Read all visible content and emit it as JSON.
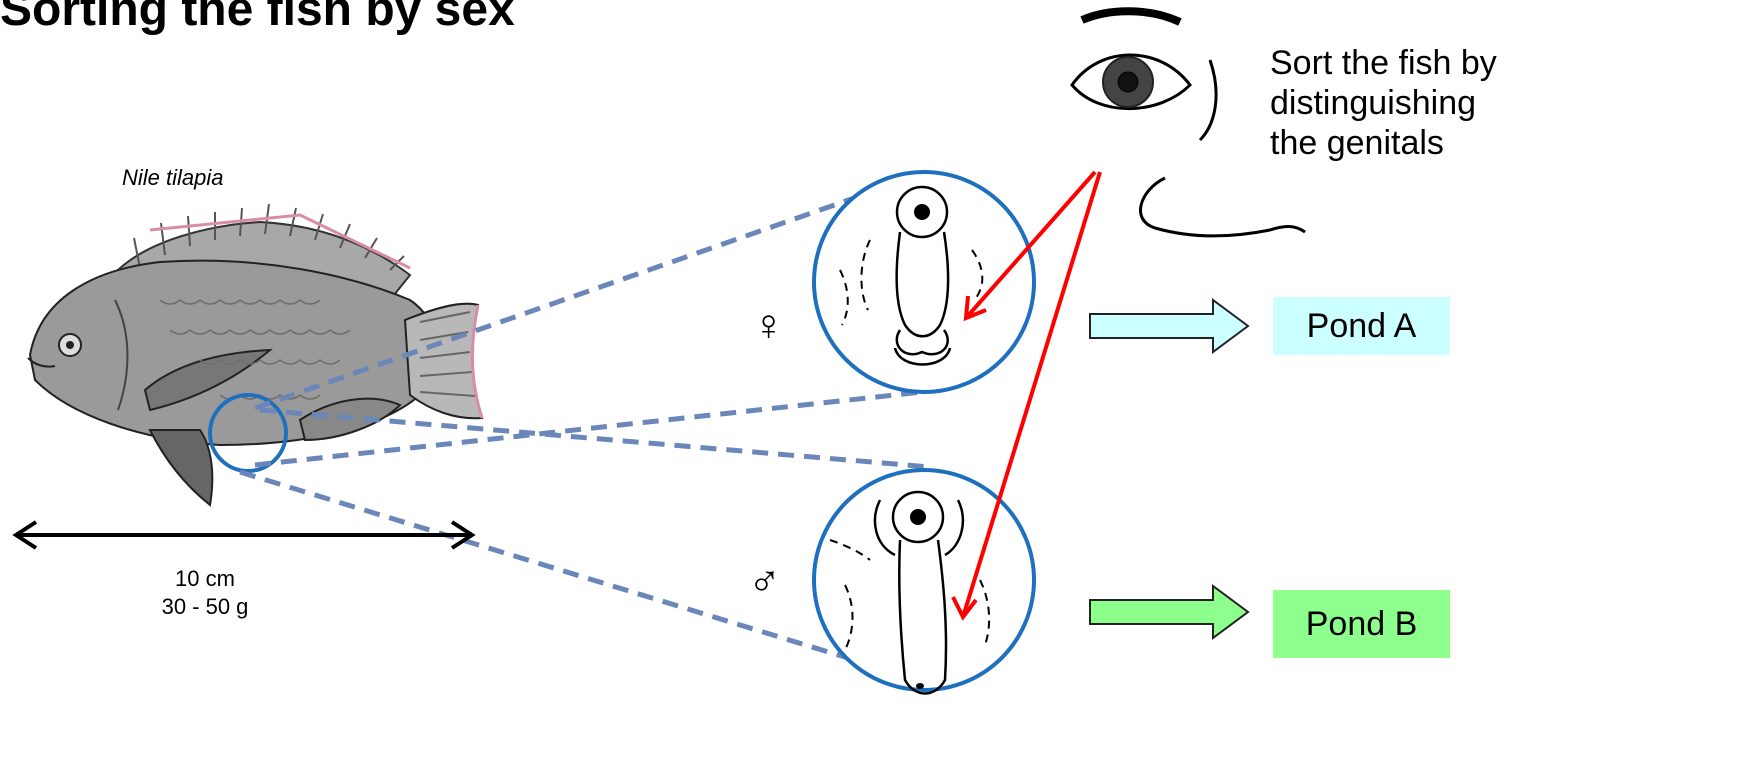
{
  "title": "Sorting the fish by sex",
  "species_label": "Nile tilapia",
  "size": {
    "length": "10 cm",
    "weight": "30 - 50 g"
  },
  "instruction": [
    "Sort the fish by",
    "distinguishing",
    "the genitals"
  ],
  "female": {
    "symbol": "♀",
    "destination": "Pond A",
    "color": "#ccffff"
  },
  "male": {
    "symbol": "♂",
    "destination": "Pond B",
    "color": "#8cff8c"
  },
  "colors": {
    "circle": "#1f6fbf",
    "dashed_line": "#6b86b8",
    "eye_arrow": "#ff0000"
  },
  "icons": [
    "tilapia-fish-icon",
    "eye-icon",
    "female-genital-closeup-icon",
    "male-genital-closeup-icon",
    "right-arrow-icon",
    "double-arrow-icon"
  ]
}
